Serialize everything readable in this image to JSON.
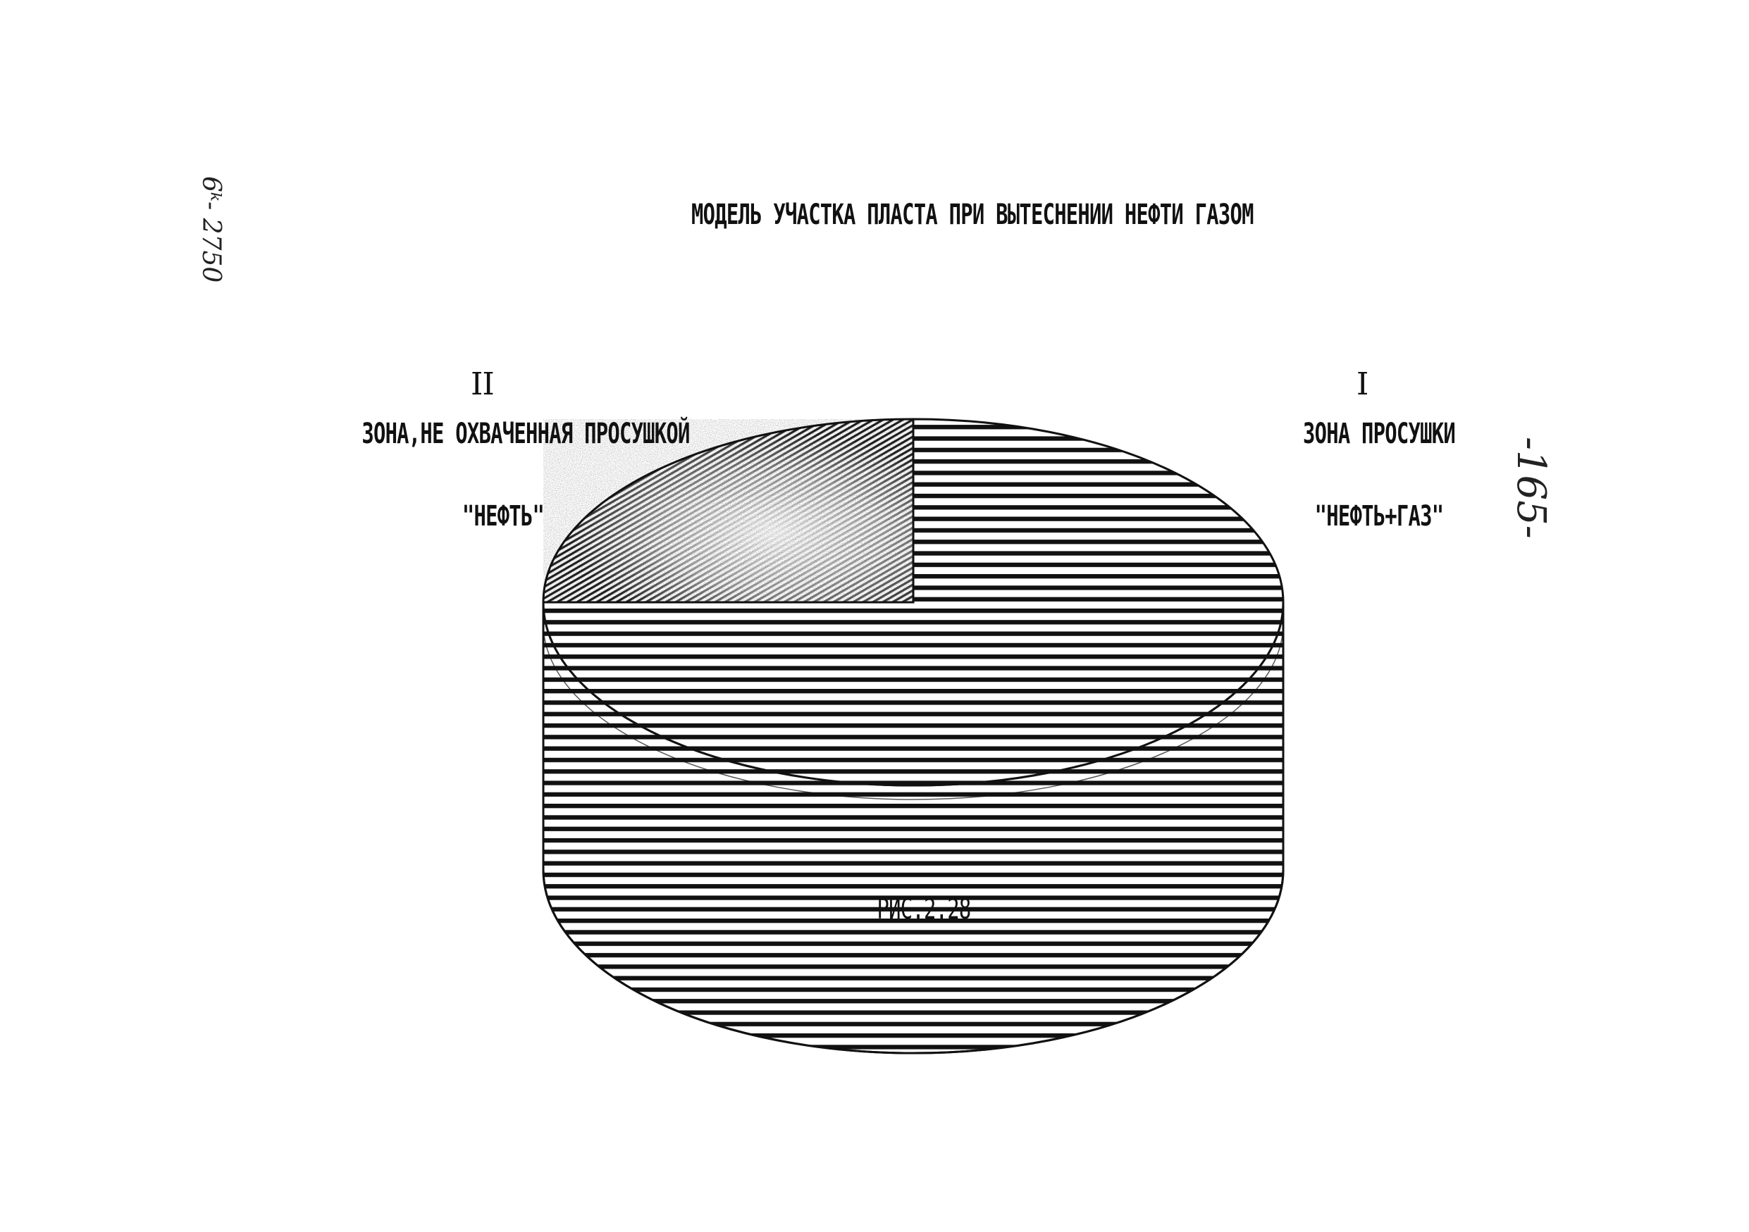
{
  "chart_data": {
    "type": "pie",
    "title": "МОДЕЛЬ УЧАСТКА ПЛАСТА ПРИ ВЫТЕСНЕНИИ НЕФТИ ГАЗОМ",
    "caption": "РИС.2.28",
    "slices": [
      {
        "id": "I",
        "label": "ЗОНА ПРОСУШКИ",
        "content": "\"НЕФТЬ+ГАЗ\"",
        "fraction": 0.75,
        "fill": "horizontal-hatch"
      },
      {
        "id": "II",
        "label": "ЗОНА,НЕ ОХВАЧЕННАЯ ПРОСУШКОЙ",
        "content": "\"НЕФТЬ\"",
        "fraction": 0.25,
        "fill": "dense-stipple"
      }
    ],
    "start_angle_deg": 90,
    "three_d": true
  },
  "annotations": {
    "margin_code": "6ᵏ- 2750",
    "page_number": "-165-"
  },
  "colors": {
    "ink": "#111111",
    "paper": "#ffffff"
  }
}
